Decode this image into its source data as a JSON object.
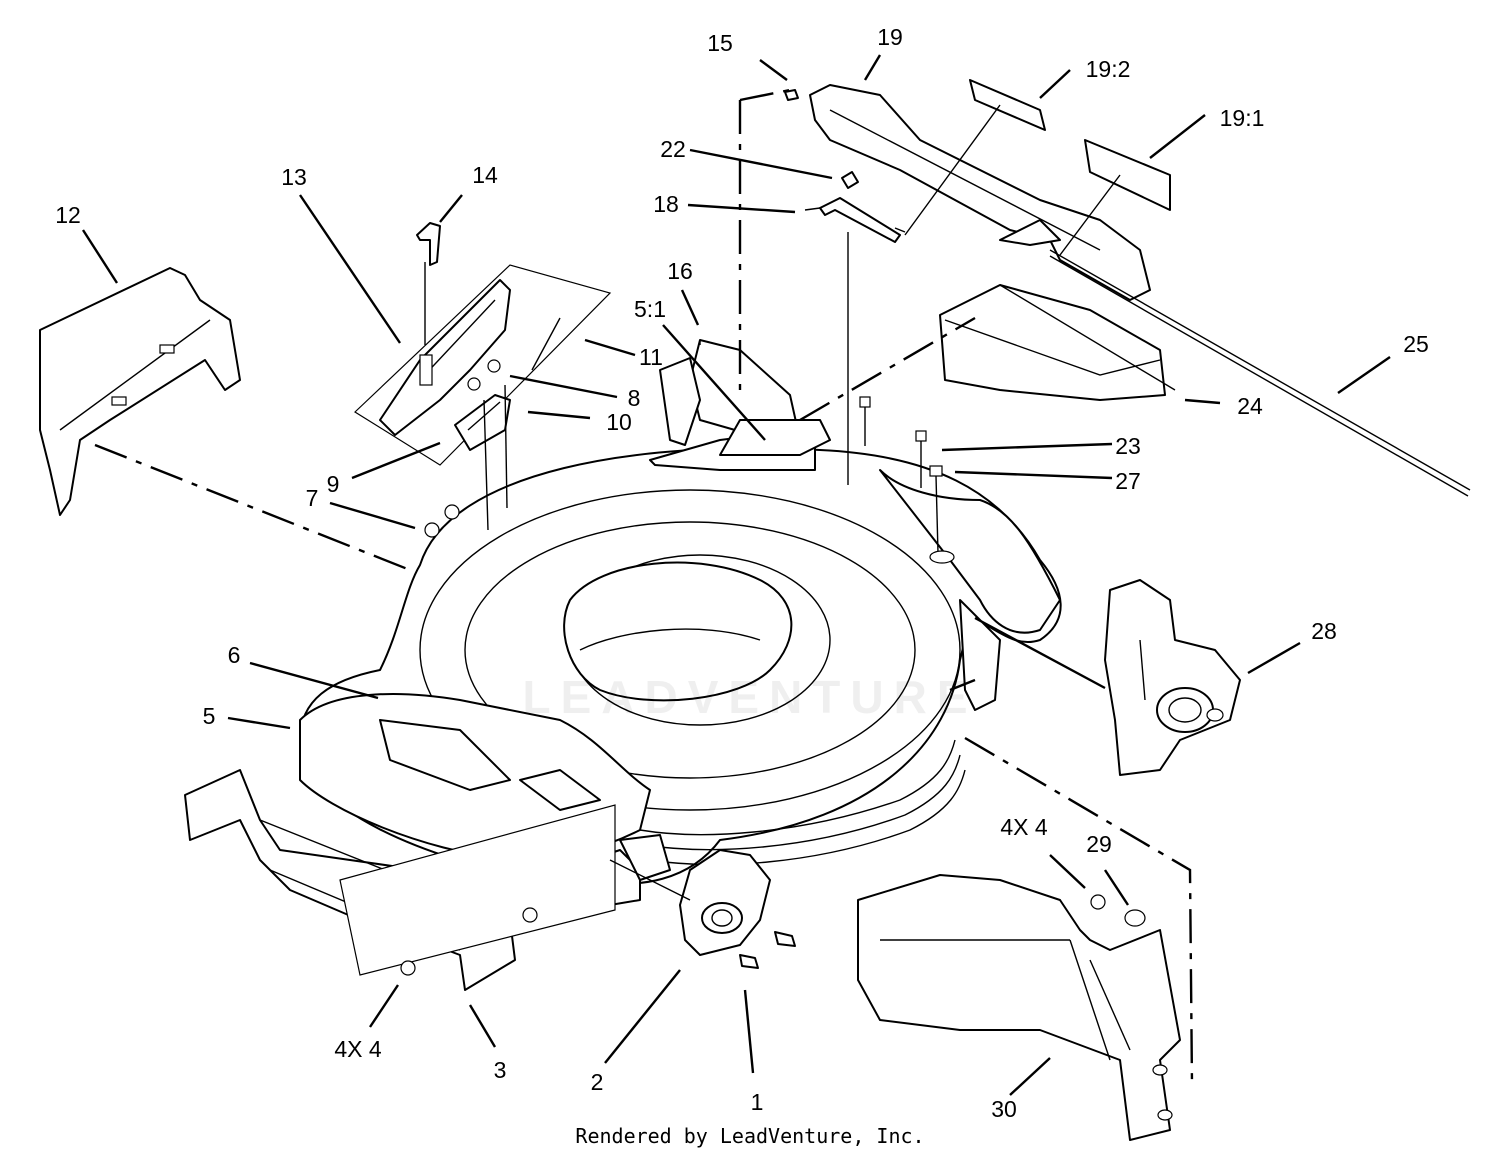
{
  "footer": {
    "text": "Rendered by LeadVenture, Inc."
  },
  "watermark": {
    "text": "LEADVENTURE"
  },
  "callouts": [
    {
      "id": "15",
      "label": "15"
    },
    {
      "id": "19",
      "label": "19"
    },
    {
      "id": "19-2",
      "label": "19:2"
    },
    {
      "id": "19-1",
      "label": "19:1"
    },
    {
      "id": "22",
      "label": "22"
    },
    {
      "id": "18",
      "label": "18"
    },
    {
      "id": "13",
      "label": "13"
    },
    {
      "id": "14",
      "label": "14"
    },
    {
      "id": "12",
      "label": "12"
    },
    {
      "id": "16",
      "label": "16"
    },
    {
      "id": "5-1",
      "label": "5:1"
    },
    {
      "id": "11",
      "label": "11"
    },
    {
      "id": "8",
      "label": "8"
    },
    {
      "id": "10",
      "label": "10"
    },
    {
      "id": "9",
      "label": "9"
    },
    {
      "id": "7",
      "label": "7"
    },
    {
      "id": "25",
      "label": "25"
    },
    {
      "id": "24",
      "label": "24"
    },
    {
      "id": "23",
      "label": "23"
    },
    {
      "id": "27",
      "label": "27"
    },
    {
      "id": "28",
      "label": "28"
    },
    {
      "id": "6",
      "label": "6"
    },
    {
      "id": "5",
      "label": "5"
    },
    {
      "id": "4x4-right",
      "label": "4X 4"
    },
    {
      "id": "29",
      "label": "29"
    },
    {
      "id": "4x4-left",
      "label": "4X 4"
    },
    {
      "id": "3",
      "label": "3"
    },
    {
      "id": "2",
      "label": "2"
    },
    {
      "id": "1",
      "label": "1"
    },
    {
      "id": "30",
      "label": "30"
    }
  ]
}
